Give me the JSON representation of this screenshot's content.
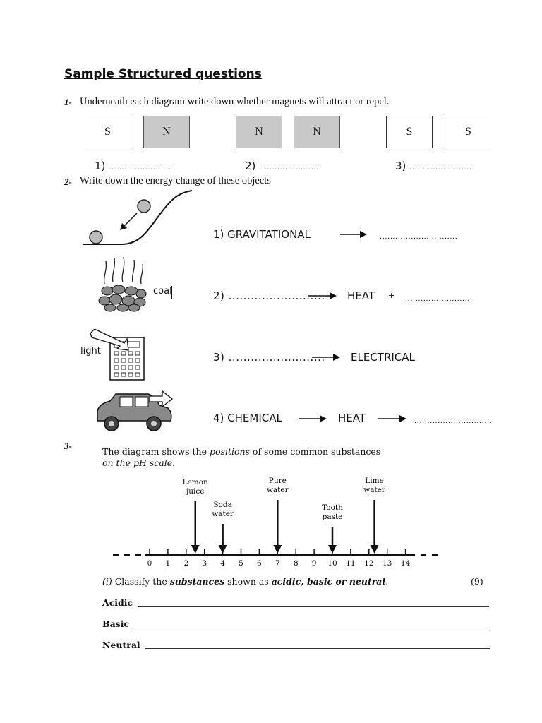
{
  "title": "Sample Structured questions",
  "q1": {
    "number": "1-",
    "text": "Underneath each diagram write down whether magnets will attract or repel.",
    "pairs": [
      {
        "left": "S",
        "right": "N",
        "answer_label": "1)",
        "dots": "........................"
      },
      {
        "left": "N",
        "right": "N",
        "answer_label": "2)",
        "dots": "........................"
      },
      {
        "left": "S",
        "right": "S",
        "answer_label": "3)",
        "dots": "........................"
      }
    ]
  },
  "q2": {
    "number": "2-",
    "text": "Write down the energy change of these objects",
    "coal_label": "coal",
    "light_label": "light",
    "rows": [
      {
        "start": "1) GRAVITATIONAL",
        "mid": "",
        "end": ".............................."
      },
      {
        "start": "2) ..........................",
        "mid": "HEAT",
        "plus": "+",
        "end": ".........................."
      },
      {
        "start": "3) ..........................",
        "mid": "ELECTRICAL",
        "end": ""
      },
      {
        "start": "4) CHEMICAL",
        "mid": "HEAT",
        "end": ".............................."
      }
    ]
  },
  "q3": {
    "number": "3-",
    "intro_a": "The diagram shows the ",
    "intro_b": "positions",
    "intro_c": " of some common substances",
    "intro_line2": "on the pH scale.",
    "scale_ticks": [
      "0",
      "1",
      "2",
      "3",
      "4",
      "5",
      "6",
      "7",
      "8",
      "9",
      "10",
      "11",
      "12",
      "13",
      "14"
    ],
    "substances": [
      {
        "name_1": "Lemon",
        "name_2": "juice",
        "ph": 2.5
      },
      {
        "name_1": "Soda",
        "name_2": "water",
        "ph": 4
      },
      {
        "name_1": "Pure",
        "name_2": "water",
        "ph": 7
      },
      {
        "name_1": "Tooth",
        "name_2": "paste",
        "ph": 10
      },
      {
        "name_1": "Lime",
        "name_2": "water",
        "ph": 12.3
      }
    ],
    "part_i": {
      "label": "(i)",
      "text_a": " Classify the ",
      "text_b": "substances",
      "text_c": " shown as ",
      "text_d": "acidic, basic or neutral",
      "text_e": ".",
      "marks": "(9)"
    },
    "answers": [
      "Acidic",
      "Basic",
      "Neutral"
    ]
  }
}
